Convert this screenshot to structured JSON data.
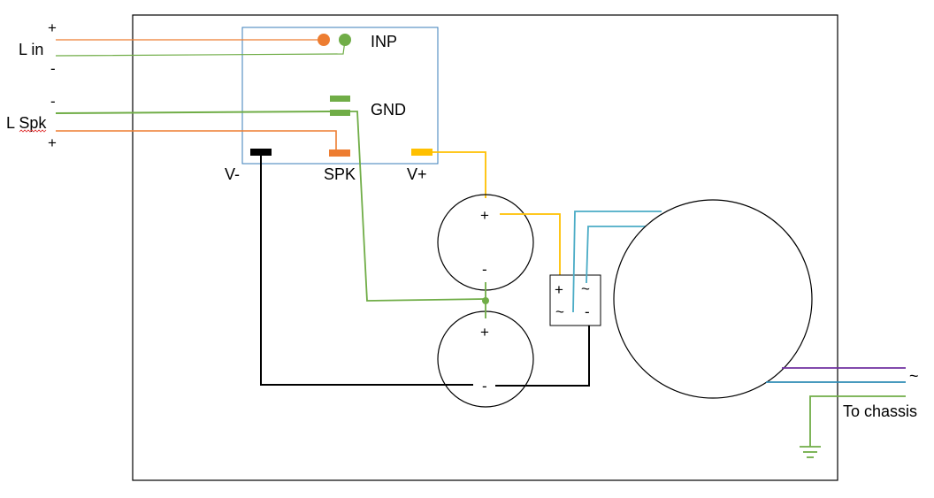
{
  "labels": {
    "l_in": "L in",
    "l_spk": "L Spk",
    "inp": "INP",
    "gnd": "GND",
    "v_minus": "V-",
    "spk": "SPK",
    "v_plus": "V+",
    "to_chassis": "To chassis",
    "tilde": "~"
  },
  "signs": {
    "plus": "+",
    "minus": "-",
    "tilde": "~"
  },
  "colors": {
    "orange": "#ed7d31",
    "green": "#70ad47",
    "yellow": "#ffc000",
    "blue": "#4bacc6",
    "purple": "#7030a0",
    "black": "#000000",
    "frame_blue": "#2e75b6"
  }
}
